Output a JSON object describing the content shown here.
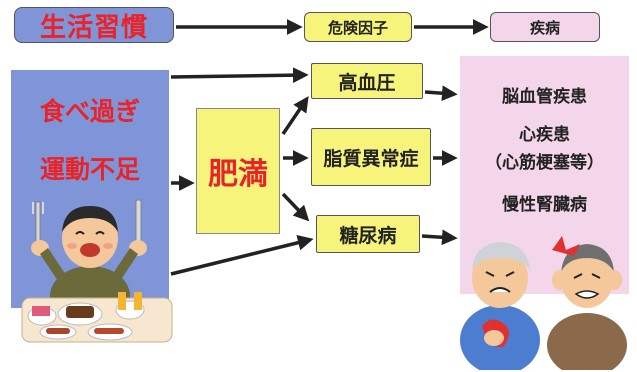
{
  "legend": {
    "lifestyle": "生活習慣",
    "risk_factor": "危険因子",
    "disease": "疾病"
  },
  "lifestyle": {
    "line1": "食べ過ぎ",
    "line2": "運動不足"
  },
  "obesity": "肥満",
  "risk_factors": {
    "hypertension": "高血圧",
    "dyslipidemia": "脂質異常症",
    "diabetes": "糖尿病"
  },
  "diseases": {
    "stroke": "脳血管疾患",
    "heart": "心疾患",
    "heart_detail": "（心筋梗塞等）",
    "kidney": "慢性腎臓病"
  },
  "colors": {
    "lifestyle_bg": "#7f95d8",
    "accent_red": "#e8232a",
    "risk_yellow": "#f6f47a",
    "disease_pink": "#f3d6ea"
  }
}
